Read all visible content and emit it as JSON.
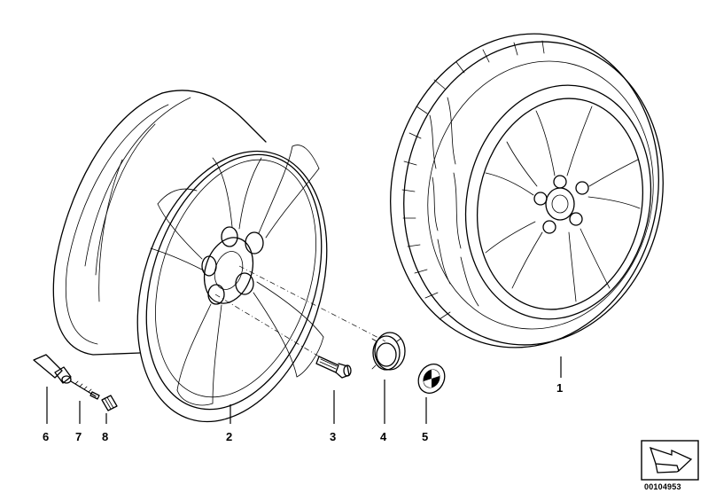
{
  "callouts": {
    "p1": "1",
    "p2": "2",
    "p3": "3",
    "p4": "4",
    "p5": "5",
    "p6": "6",
    "p7": "7",
    "p8": "8"
  },
  "doc_number": "00104953",
  "colors": {
    "line": "#000000",
    "background": "#ffffff"
  },
  "icons": [
    "bare-rim",
    "complete-wheel",
    "wheel-bolt",
    "hub-cap",
    "emblem",
    "valve",
    "valve-core",
    "valve-cap",
    "nav-arrow-icon"
  ]
}
